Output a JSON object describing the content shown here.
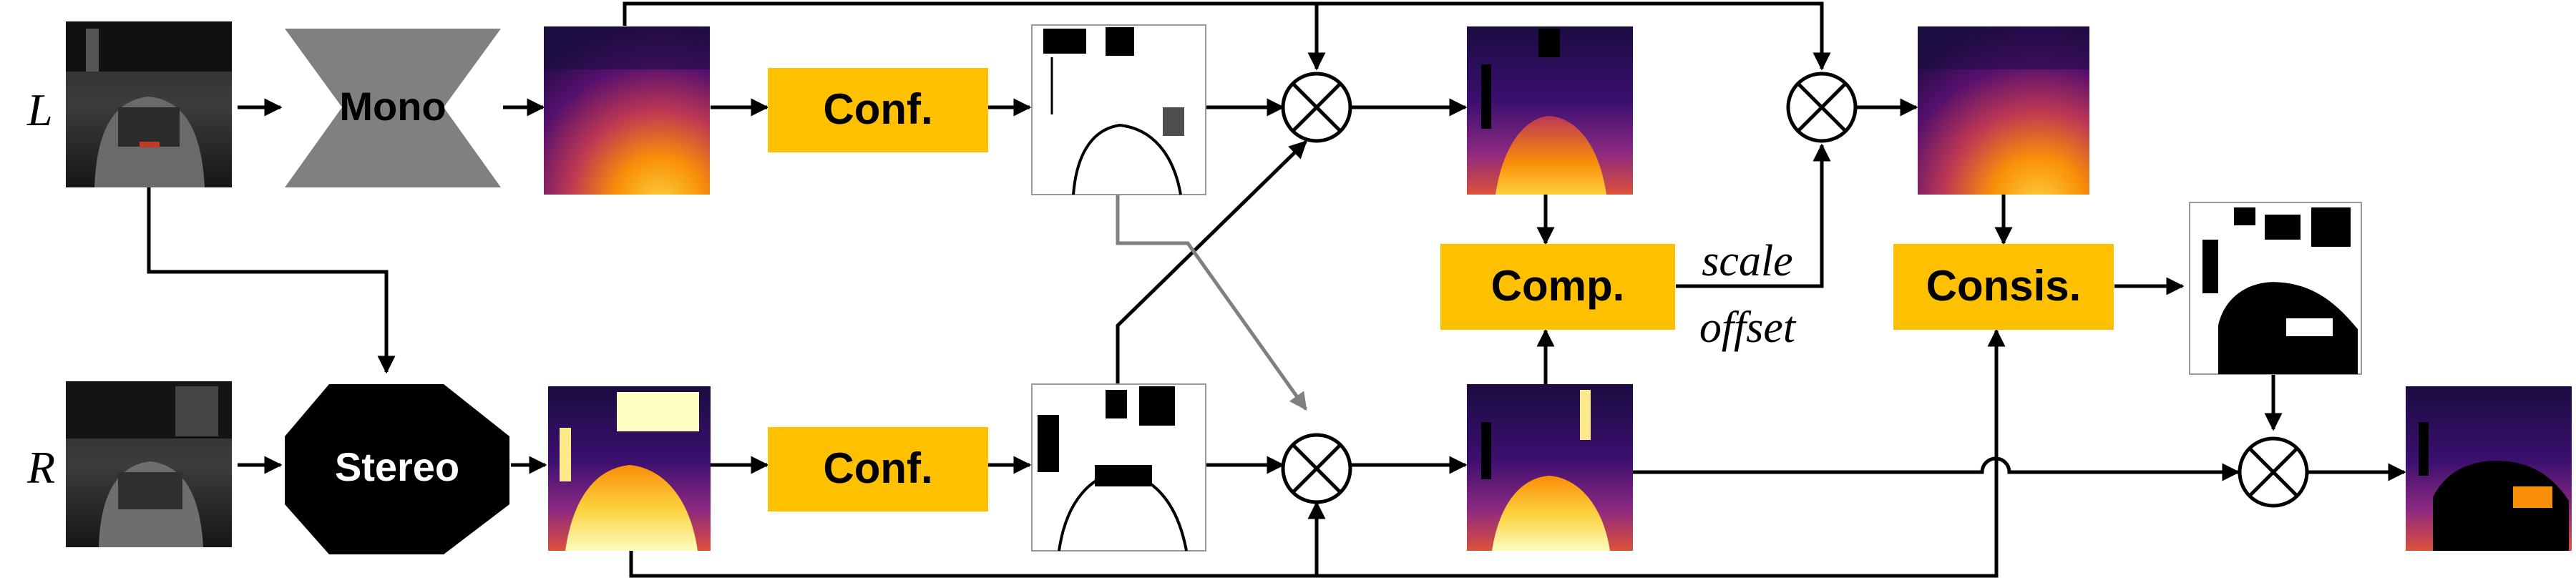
{
  "rows": {
    "left_label": "L",
    "right_label": "R"
  },
  "blocks": {
    "mono": "Mono",
    "stereo": "Stereo",
    "conf_top": "Conf.",
    "conf_bottom": "Conf.",
    "comp": "Comp.",
    "consis": "Consis."
  },
  "annotations": {
    "scale": "scale",
    "offset": "offset"
  },
  "colors": {
    "block_fill": "#FFC000",
    "mono_fill": "#808080",
    "stereo_fill": "#000000",
    "line": "#000000",
    "cross_line": "#808080",
    "depth_near": "#FCFDBF",
    "depth_mid": "#F98E09",
    "depth_far": "#2E0F5E"
  }
}
